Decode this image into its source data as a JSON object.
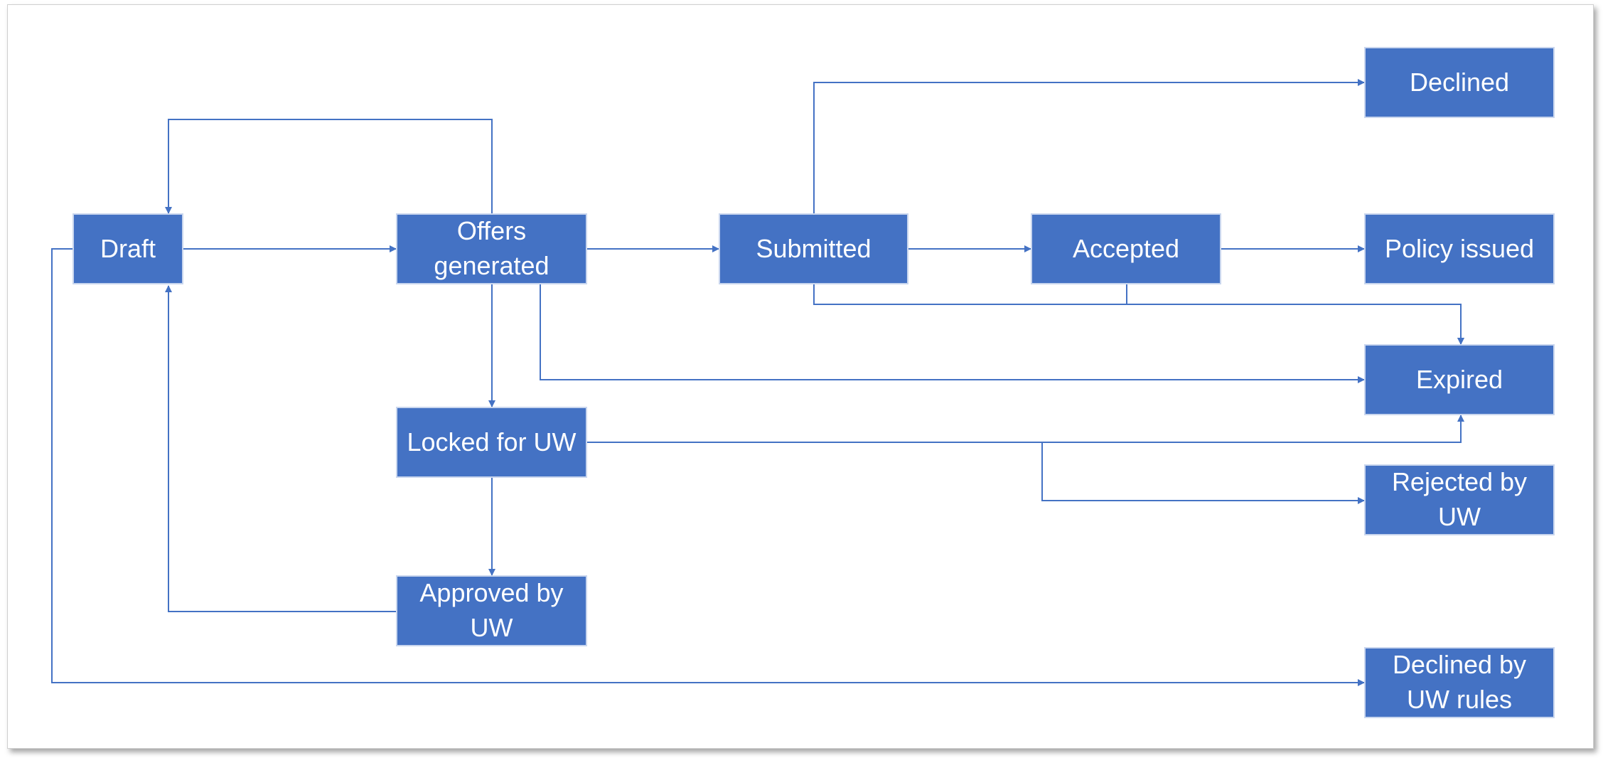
{
  "diagram": {
    "type": "state-flow",
    "colors": {
      "node_fill": "#4472c4",
      "edge": "#4472c4",
      "text": "#ffffff"
    },
    "nodes": {
      "draft": "Draft",
      "offers_generated": "Offers generated",
      "submitted": "Submitted",
      "accepted": "Accepted",
      "declined": "Declined",
      "policy_issued": "Policy issued",
      "expired": "Expired",
      "locked_for_uw": "Locked for UW",
      "rejected_by_uw": "Rejected by UW",
      "approved_by_uw": "Approved by UW",
      "declined_by_uw_rules": "Declined by UW rules"
    },
    "edges": [
      [
        "draft",
        "offers_generated"
      ],
      [
        "offers_generated",
        "draft"
      ],
      [
        "offers_generated",
        "submitted"
      ],
      [
        "offers_generated",
        "locked_for_uw"
      ],
      [
        "offers_generated",
        "expired"
      ],
      [
        "submitted",
        "declined"
      ],
      [
        "submitted",
        "accepted"
      ],
      [
        "submitted",
        "expired"
      ],
      [
        "accepted",
        "policy_issued"
      ],
      [
        "accepted",
        "expired"
      ],
      [
        "locked_for_uw",
        "expired"
      ],
      [
        "locked_for_uw",
        "rejected_by_uw"
      ],
      [
        "locked_for_uw",
        "approved_by_uw"
      ],
      [
        "approved_by_uw",
        "draft"
      ],
      [
        "draft",
        "declined_by_uw_rules"
      ]
    ]
  }
}
